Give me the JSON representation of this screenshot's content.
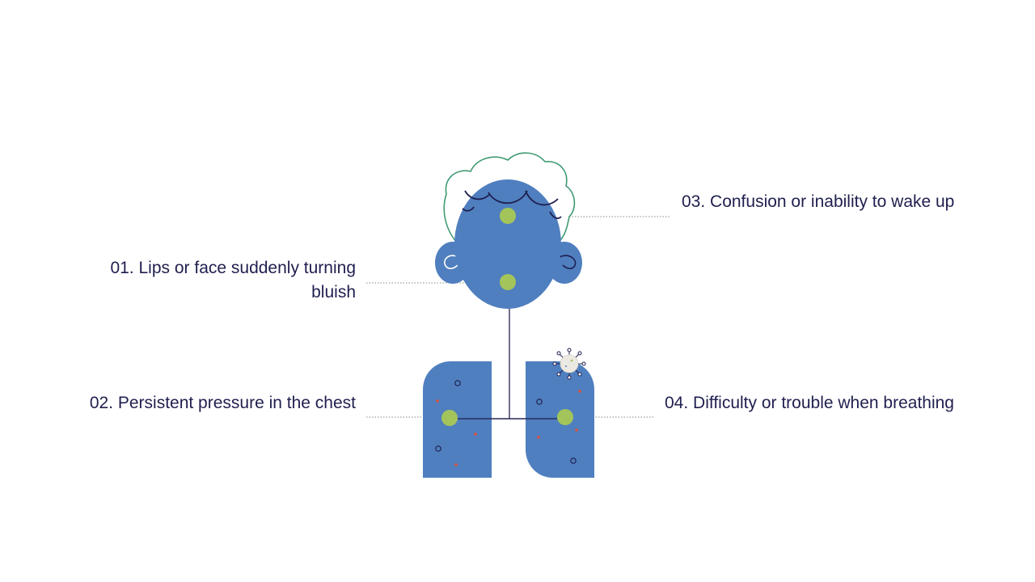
{
  "symptoms": [
    {
      "id": "01",
      "text": "01. Lips or face suddenly turning bluish"
    },
    {
      "id": "02",
      "text": "02. Persistent pressure in the chest"
    },
    {
      "id": "03",
      "text": "03. Confusion or inability to wake up"
    },
    {
      "id": "04",
      "text": "04. Difficulty or trouble when breathing"
    }
  ],
  "colors": {
    "body_blue": "#4f7fbf",
    "marker_green": "#a3c45a",
    "hair_outline": "#3f9a72",
    "leader_line": "#888888",
    "text": "#1f1f4f",
    "spot_red": "#e0503a"
  },
  "icons": [
    "head-icon",
    "lungs-icon",
    "virus-icon"
  ]
}
